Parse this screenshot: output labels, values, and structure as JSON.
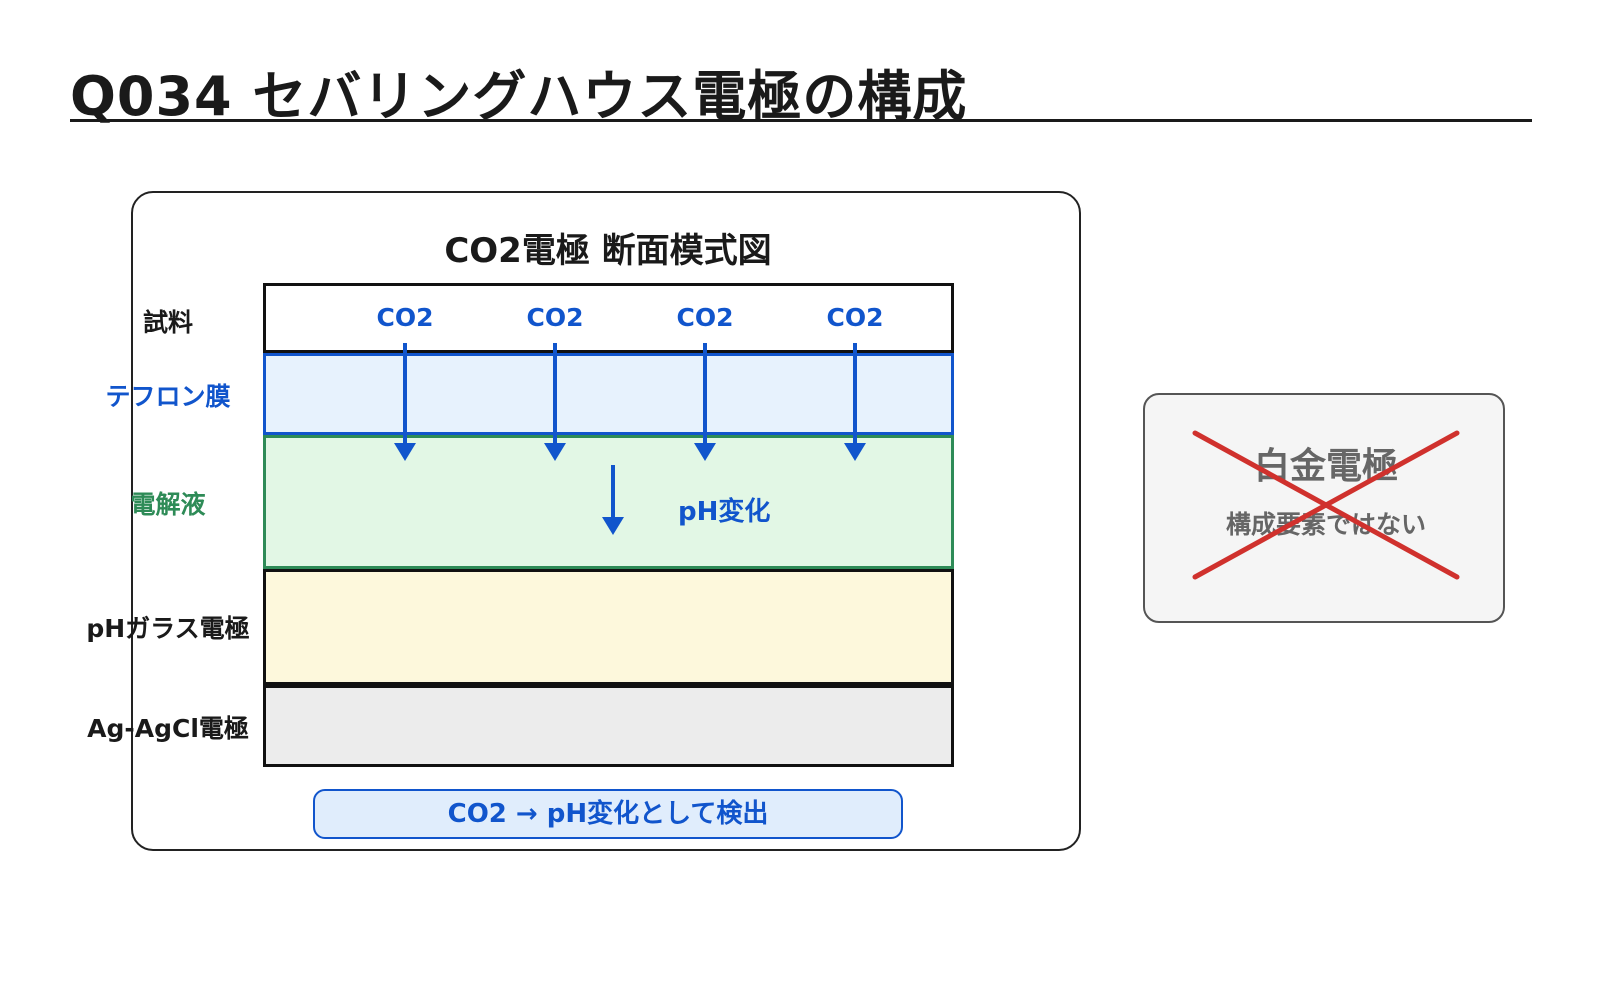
{
  "title": "Q034 セバリングハウス電極の構成",
  "diagram": {
    "title": "CO2電極 断面模式図",
    "layers": {
      "sample": "試料",
      "teflon": "テフロン膜",
      "electrolyte": "電解液",
      "glass": "pHガラス電極",
      "agagcl": "Ag-AgCl電極"
    },
    "co2_labels": [
      "CO2",
      "CO2",
      "CO2",
      "CO2"
    ],
    "ph_change": "pH変化",
    "summary": "CO2 → pH変化として検出"
  },
  "excluded": {
    "title": "白金電極",
    "note": "構成要素ではない"
  },
  "colors": {
    "blue": "#1155cc",
    "green": "#2e8b57",
    "cross_red": "#d0312d"
  }
}
